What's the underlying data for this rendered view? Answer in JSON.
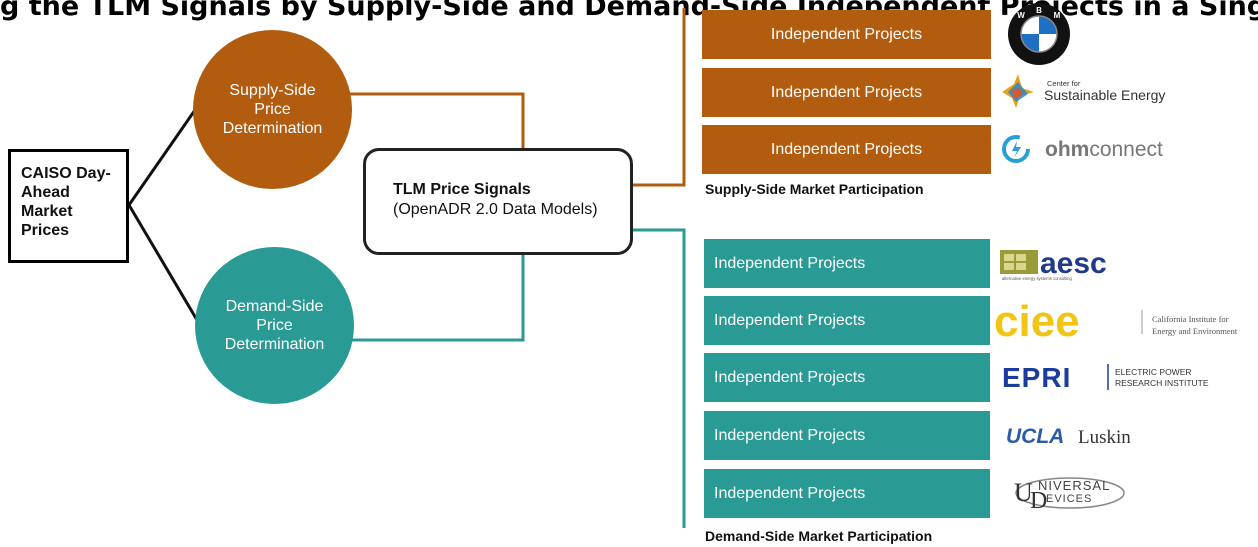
{
  "title": "g the TLM Signals by Supply-Side and Demand-Side Independent Projects in a Single Market Adaptor",
  "caiso": {
    "label": "CAISO Day-Ahead Market Prices"
  },
  "supply_circle": {
    "line1": "Supply-Side",
    "line2": "Price",
    "line3": "Determination"
  },
  "demand_circle": {
    "line1": "Demand-Side",
    "line2": "Price",
    "line3": "Determination"
  },
  "tlm": {
    "title": "TLM Price Signals",
    "subtitle": "(OpenADR 2.0 Data Models)"
  },
  "supply_projects": [
    {
      "label": "Independent Projects",
      "logo": "bmw-logo"
    },
    {
      "label": "Independent Projects",
      "logo": "center-for-sustainable-energy-logo"
    },
    {
      "label": "Independent Projects",
      "logo": "ohmconnect-logo"
    }
  ],
  "demand_projects": [
    {
      "label": "Independent Projects",
      "logo": "aesc-logo"
    },
    {
      "label": "Independent Projects",
      "logo": "ciee-logo"
    },
    {
      "label": "Independent Projects",
      "logo": "epri-logo"
    },
    {
      "label": "Independent Projects",
      "logo": "ucla-luskin-logo"
    },
    {
      "label": "Independent Projects",
      "logo": "universal-devices-logo"
    }
  ],
  "supply_caption": "Supply-Side Market Participation",
  "demand_caption": "Demand-Side Market Participation",
  "logos": {
    "bmw": {
      "top": "B",
      "right": "M",
      "left": "W"
    },
    "cse": {
      "small": "Center for",
      "big": "Sustainable Energy"
    },
    "ohm": {
      "bold": "ohm",
      "light": "connect"
    },
    "aesc": {
      "name": "aesc",
      "tag": "alternative energy systems consulting"
    },
    "ciee": {
      "mark": "ciee",
      "line1": "California Institute for",
      "line2": "Energy and Environment"
    },
    "epri": {
      "mark": "EPRI",
      "line1": "ELECTRIC POWER",
      "line2": "RESEARCH INSTITUTE"
    },
    "ucla": {
      "bold": "UCLA",
      "serif": "Luskin"
    },
    "ud": {
      "word1": "NIVERSAL",
      "word2": "EVICES"
    }
  },
  "colors": {
    "supply": "#b15c0f",
    "demand": "#2a9a95"
  }
}
